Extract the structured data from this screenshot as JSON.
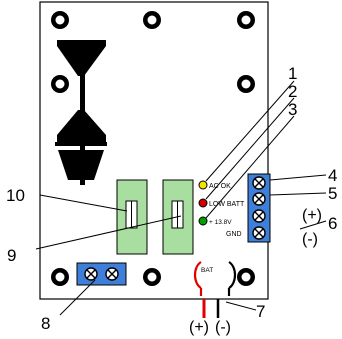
{
  "board": {
    "led_labels": [
      "AC OK",
      "LOW BATT",
      "+ 13.8V"
    ],
    "terminal_labels": [
      "GND"
    ],
    "battery_label": "BAT",
    "battery_polarity": [
      "(+)",
      "(-)"
    ],
    "output_polarity": [
      "(+)",
      "(-)"
    ]
  },
  "callouts": [
    "1",
    "2",
    "3",
    "4",
    "5",
    "6",
    "7",
    "8",
    "9",
    "10"
  ],
  "colors": {
    "led_ac_ok": "#f2e600",
    "led_low_batt": "#d40000",
    "led_13_8v": "#00a000",
    "fuse_holder": "#a8dea0",
    "terminal_block": "#3f7fd9",
    "battery_lead_red": "#e00000",
    "mounting_hole": "#000000"
  }
}
